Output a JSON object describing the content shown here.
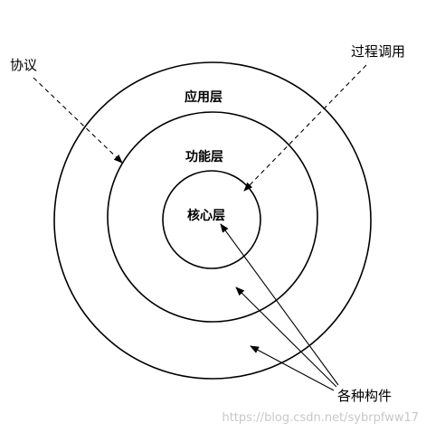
{
  "layers": {
    "outer": "应用层",
    "middle": "功能层",
    "inner": "核心层"
  },
  "annotations": {
    "protocol": "协议",
    "procedure_call": "过程调用",
    "components": "各种构件"
  },
  "watermark": "https://blog.csdn.net/sybrpfww17"
}
